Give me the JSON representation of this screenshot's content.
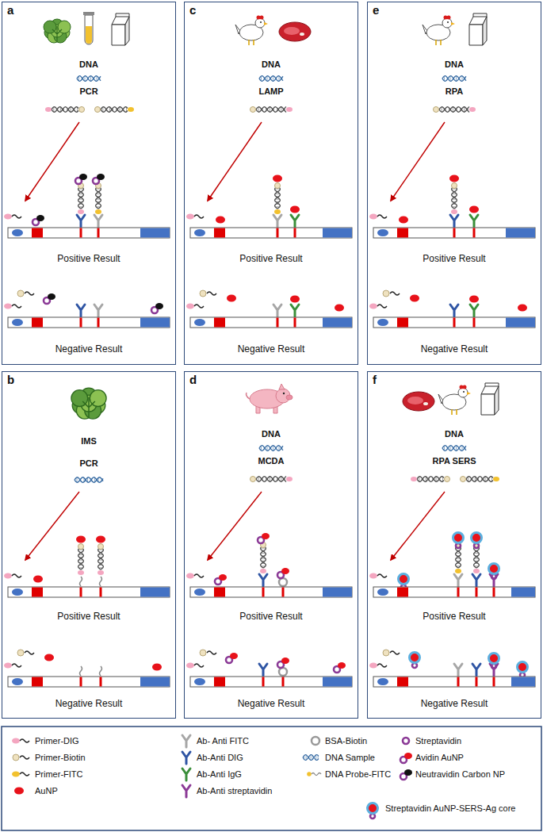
{
  "diagram": {
    "nodes": [
      {
        "text": [
          "a",
          "DNA",
          "PCR",
          "Positive Result",
          "Negative Result"
        ]
      },
      {
        "text": [
          "c",
          "DNA",
          "LAMP",
          "Positive Result",
          "Negative Result"
        ]
      },
      {
        "text": [
          "e",
          "DNA",
          "RPA",
          "Positive Result",
          "Negative Result"
        ]
      },
      {
        "text": [
          "b",
          "IMS",
          "PCR",
          "Positive Result",
          "Negative Result"
        ]
      },
      {
        "text": [
          "d",
          "DNA",
          "MCDA",
          "Positive Result",
          "Negative Result"
        ]
      },
      {
        "text": [
          "f",
          "DNA",
          "RPA SERS",
          "Positive Result",
          "Negative Result"
        ]
      }
    ],
    "legend": [
      {
        "text": "Primer-DIG"
      },
      {
        "text": "Ab- Anti FITC"
      },
      {
        "text": "BSA-Biotin"
      },
      {
        "text": "Streptavidin"
      },
      {
        "text": "Primer-Biotin"
      },
      {
        "text": "Ab-Anti DIG"
      },
      {
        "text": "DNA Sample"
      },
      {
        "text": "Avidin AuNP"
      },
      {
        "text": "Primer-FITC"
      },
      {
        "text": "Ab-Anti IgG"
      },
      {
        "text": "DNA Probe-FITC"
      },
      {
        "text": "Neutravidin Carbon NP"
      },
      {
        "text": "AuNP"
      },
      {
        "text": "Ab-Anti streptavidin"
      },
      {
        "text": "Streptavidin AuNP-SERS-Ag core"
      }
    ]
  }
}
